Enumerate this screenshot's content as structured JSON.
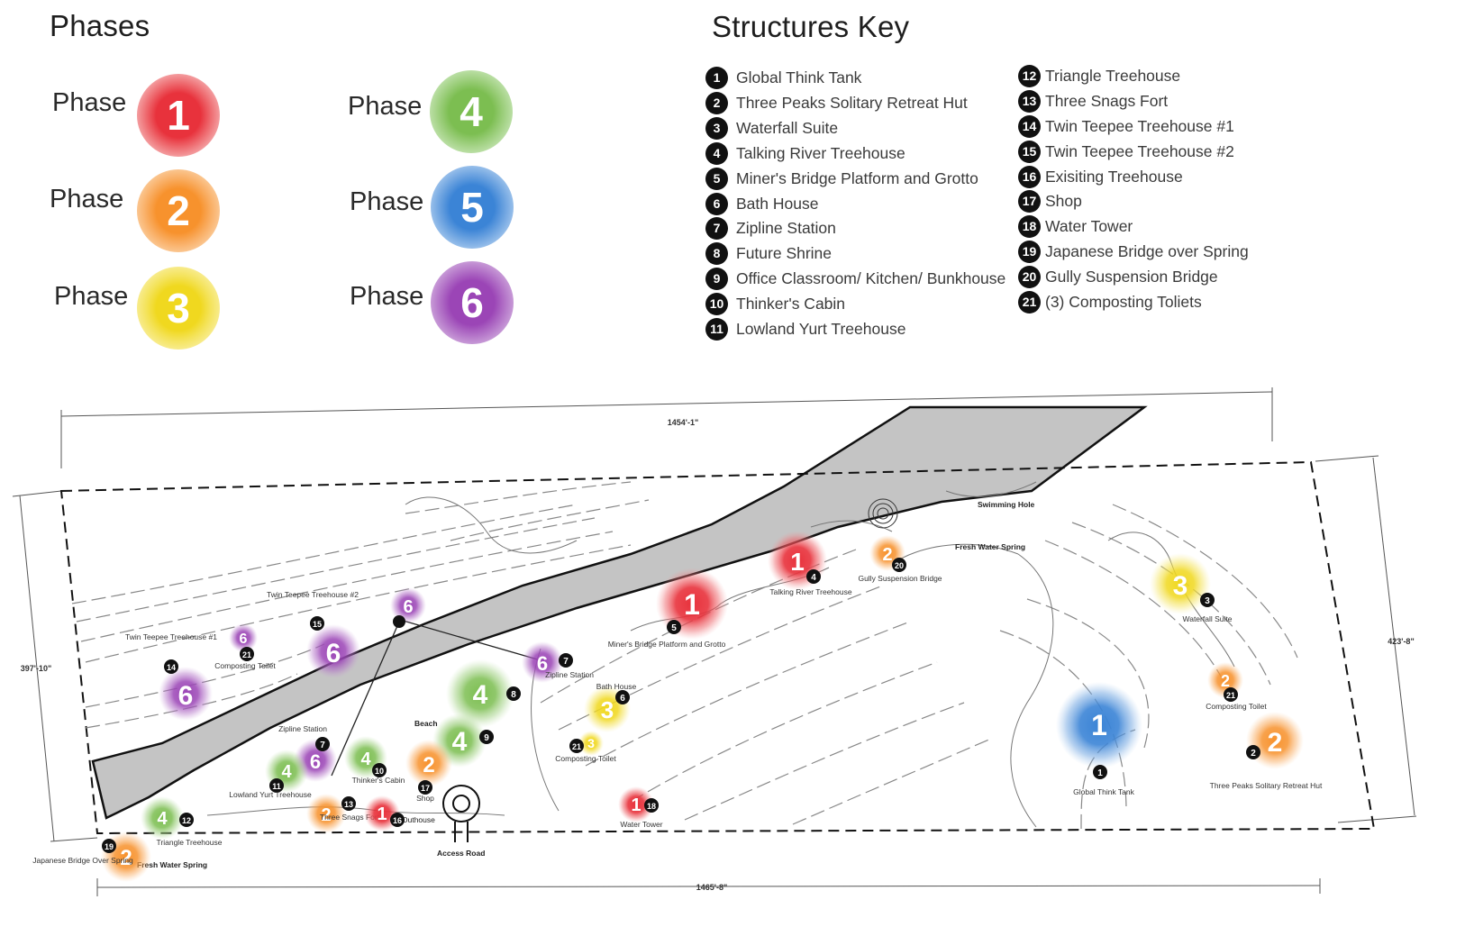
{
  "phases_title": "Phases",
  "phases": [
    {
      "label": "Phase",
      "num": "1",
      "color": "#e8323c"
    },
    {
      "label": "Phase",
      "num": "2",
      "color": "#f7922d"
    },
    {
      "label": "Phase",
      "num": "3",
      "color": "#f3dd2c"
    },
    {
      "label": "Phase",
      "num": "4",
      "color": "#7cbe51"
    },
    {
      "label": "Phase",
      "num": "5",
      "color": "#3b84d6"
    },
    {
      "label": "Phase",
      "num": "6",
      "color": "#9b45b6"
    }
  ],
  "key_title": "Structures Key",
  "structures": [
    {
      "num": "1",
      "label": "Global Think Tank"
    },
    {
      "num": "2",
      "label": "Three Peaks Solitary Retreat Hut"
    },
    {
      "num": "3",
      "label": "Waterfall Suite"
    },
    {
      "num": "4",
      "label": "Talking River Treehouse"
    },
    {
      "num": "5",
      "label": "Miner's Bridge Platform and Grotto"
    },
    {
      "num": "6",
      "label": "Bath House"
    },
    {
      "num": "7",
      "label": "Zipline Station"
    },
    {
      "num": "8",
      "label": "Future Shrine"
    },
    {
      "num": "9",
      "label": "Office Classroom/ Kitchen/ Bunkhouse"
    },
    {
      "num": "10",
      "label": "Thinker's Cabin"
    },
    {
      "num": "11",
      "label": "Lowland Yurt Treehouse"
    },
    {
      "num": "12",
      "label": "Triangle Treehouse"
    },
    {
      "num": "13",
      "label": "Three Snags Fort"
    },
    {
      "num": "14",
      "label": "Twin Teepee Treehouse #1"
    },
    {
      "num": "15",
      "label": "Twin Teepee Treehouse #2"
    },
    {
      "num": "16",
      "label": "Exisiting Treehouse"
    },
    {
      "num": "17",
      "label": "Shop"
    },
    {
      "num": "18",
      "label": "Water Tower"
    },
    {
      "num": "19",
      "label": "Japanese Bridge over Spring"
    },
    {
      "num": "20",
      "label": "Gully Suspension Bridge"
    },
    {
      "num": "21",
      "label": "(3) Composting Toliets"
    }
  ],
  "map": {
    "dimensions": {
      "top": "1454'-1\"",
      "bottom": "1465'-8\"",
      "left": "397'-10\"",
      "right": "423'-8\""
    },
    "site_labels": {
      "swimming_hole": "Swimming Hole",
      "fresh_water_spring": "Fresh Water Spring",
      "beach": "Beach",
      "access_road": "Access Road",
      "outhouse": "Outhouse"
    },
    "markers": [
      {
        "id": "m1",
        "phase": "1",
        "structure": "1",
        "label": "Global Think Tank"
      },
      {
        "id": "m2",
        "phase": "2",
        "structure": "2",
        "label": "Three Peaks Solitary Retreat Hut"
      },
      {
        "id": "m3",
        "phase": "3",
        "structure": "3",
        "label": "Waterfall Suite"
      },
      {
        "id": "m4",
        "phase": "1",
        "structure": "4",
        "label": "Talking River Treehouse"
      },
      {
        "id": "m5",
        "phase": "1",
        "structure": "5",
        "label": "Miner's Bridge Platform and Grotto"
      },
      {
        "id": "m6",
        "phase": "3",
        "structure": "6",
        "label": "Bath House"
      },
      {
        "id": "m7",
        "phase": "6",
        "structure": "7",
        "label": "Zipline Station"
      },
      {
        "id": "m7b",
        "phase": "6",
        "structure": "7",
        "label": "Zipline Station"
      },
      {
        "id": "m8",
        "phase": "4",
        "structure": "8",
        "label": ""
      },
      {
        "id": "m9",
        "phase": "4",
        "structure": "9",
        "label": ""
      },
      {
        "id": "m10",
        "phase": "4",
        "structure": "10",
        "label": "Thinker's Cabin"
      },
      {
        "id": "m11",
        "phase": "4",
        "structure": "11",
        "label": "Lowland Yurt Treehouse"
      },
      {
        "id": "m12",
        "phase": "4",
        "structure": "12",
        "label": "Triangle Treehouse"
      },
      {
        "id": "m13",
        "phase": "2",
        "structure": "13",
        "label": "Three Snags Fort"
      },
      {
        "id": "m14",
        "phase": "6",
        "structure": "14",
        "label": "Twin Teepee Treehouse #1"
      },
      {
        "id": "m15",
        "phase": "6",
        "structure": "15",
        "label": "Twin Teepee Treehouse #2"
      },
      {
        "id": "m16",
        "phase": "1",
        "structure": "16",
        "label": ""
      },
      {
        "id": "m17",
        "phase": "2",
        "structure": "17",
        "label": "Shop"
      },
      {
        "id": "m18",
        "phase": "1",
        "structure": "18",
        "label": "Water Tower"
      },
      {
        "id": "m19",
        "phase": "2",
        "structure": "19",
        "label": "Japanese Bridge Over Spring"
      },
      {
        "id": "m20",
        "phase": "2",
        "structure": "20",
        "label": "Gully Suspension Bridge"
      },
      {
        "id": "m21a",
        "phase": "6",
        "structure": "21",
        "label": "Composting Toilet"
      },
      {
        "id": "m21b",
        "phase": "3",
        "structure": "21",
        "label": "Composting Toilet"
      },
      {
        "id": "m21c",
        "phase": "2",
        "structure": "21",
        "label": "Composting Toilet"
      },
      {
        "id": "m6z",
        "phase": "6",
        "structure": "",
        "label": ""
      }
    ]
  }
}
